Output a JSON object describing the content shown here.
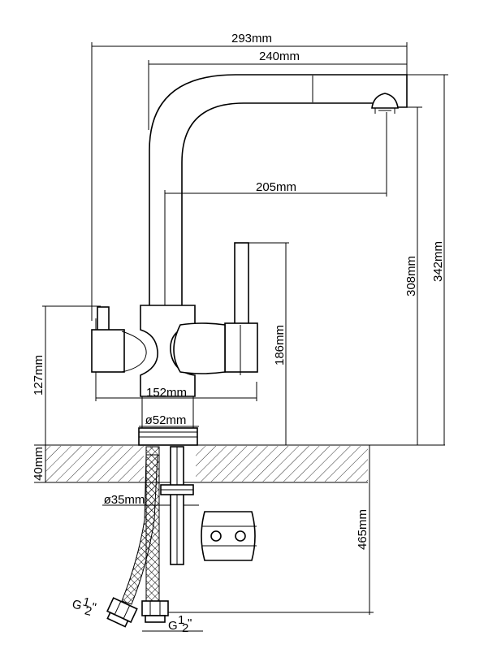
{
  "dimensions": {
    "overall_reach": "293mm",
    "spout_reach": "240mm",
    "spout_inner_reach": "205mm",
    "spout_height": "308mm",
    "total_height": "342mm",
    "lever_height": "186mm",
    "body_height": "127mm",
    "body_width": "152mm",
    "base_diameter": "ø52mm",
    "countertop_thickness": "40mm",
    "hole_diameter": "ø35mm",
    "hose_length": "465mm"
  },
  "thread_left": {
    "letter": "G",
    "num": "1",
    "den": "2",
    "mark": "\""
  },
  "thread_right": {
    "letter": "G",
    "num": "1",
    "den": "2",
    "mark": "\""
  }
}
